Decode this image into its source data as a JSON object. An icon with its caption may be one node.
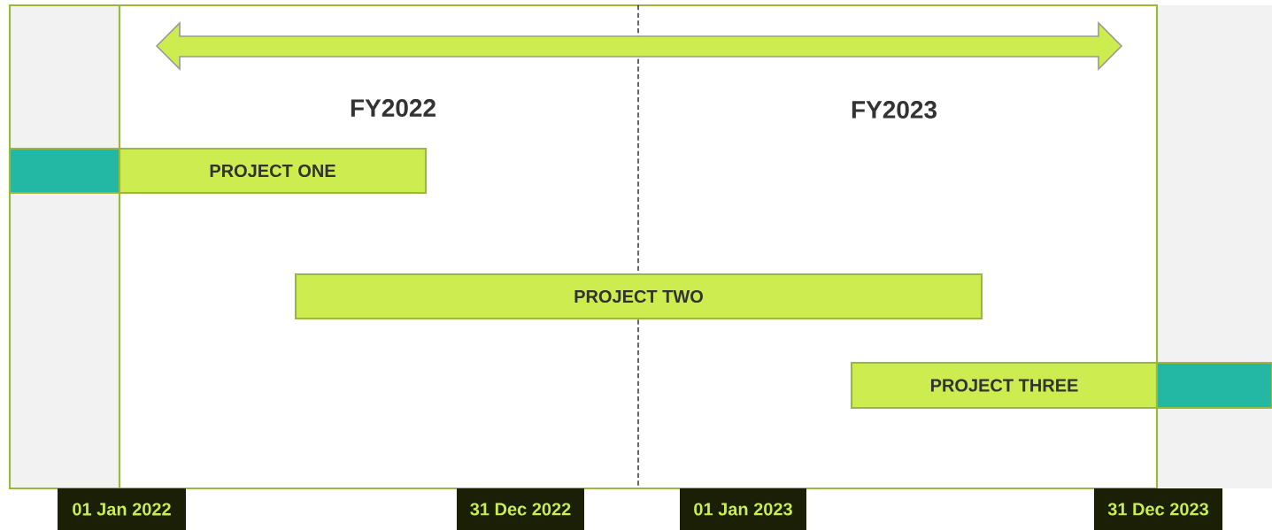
{
  "diagram": {
    "nodes": [
      {
        "text": [],
        "shape": "bar"
      },
      {
        "text": [
          "PROJECT ONE"
        ]
      },
      {
        "text": [
          "PROJECT TWO"
        ]
      },
      {
        "text": [
          "PROJECT THREE"
        ]
      },
      {
        "text": [],
        "shape": "bar"
      },
      {
        "text": [
          "01 Jan 2022"
        ]
      },
      {
        "text": [
          "31 Dec 2022"
        ]
      },
      {
        "text": [
          "01 Jan 2023"
        ]
      },
      {
        "text": [
          "31 Dec 2023"
        ]
      }
    ],
    "labels": [
      "FY2022",
      "FY2023"
    ]
  }
}
